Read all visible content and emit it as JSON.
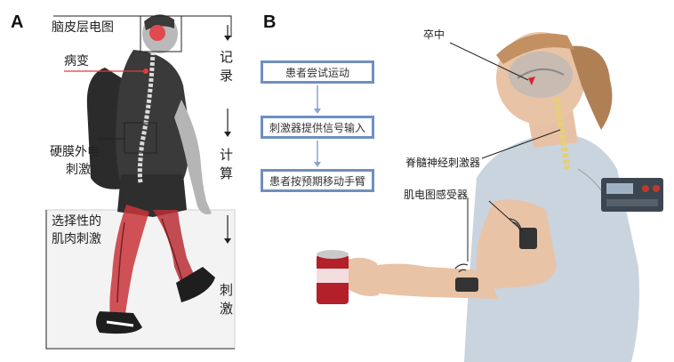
{
  "panel_a": {
    "letter": "A",
    "labels": {
      "eeg": "脑皮层电图",
      "lesion": "病变",
      "epidural_1": "硬膜外电",
      "epidural_2": "刺激",
      "muscle_1": "选择性的",
      "muscle_2": "肌肉刺激"
    },
    "stages": {
      "record": "记录",
      "compute": "计算",
      "stimulate": "刺激"
    },
    "colors": {
      "lesion_line": "#e23b3b",
      "muscle": "#c8343a"
    }
  },
  "panel_b": {
    "letter": "B",
    "flow": [
      "患者尝试运动",
      "刺激器提供信号输入",
      "患者按预期移动手臂"
    ],
    "labels": {
      "stroke": "卒中",
      "spinal_stim": "脊髓神经刺激器",
      "emg_sensor": "肌电图感受器"
    },
    "colors": {
      "flow_border": "#6f8fbe",
      "arrow": "#8aa4cc",
      "stroke_mark": "#d8262c",
      "can": "#b3202a"
    }
  }
}
